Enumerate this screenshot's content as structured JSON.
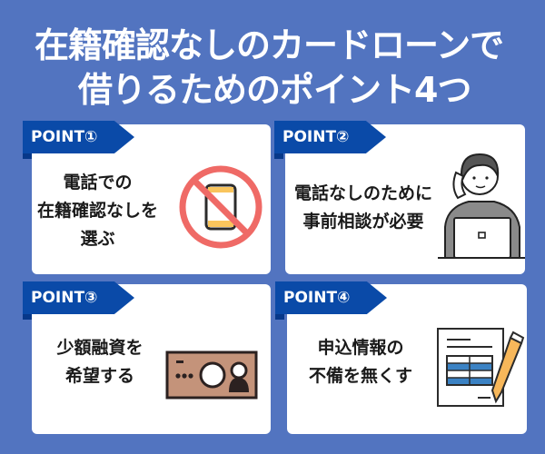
{
  "title": {
    "line1": "在籍確認なしのカードローンで",
    "line2": "借りるためのポイント4つ"
  },
  "colors": {
    "background": "#5274c0",
    "banner": "#0a4aa8",
    "card": "#ffffff",
    "no_sign": "#ef6a66",
    "phone_accent": "#f9c55d",
    "banknote": "#c4937a",
    "table_blue": "#3b82c4",
    "pen": "#f7b75a"
  },
  "points": [
    {
      "label": "POINT①",
      "lines": [
        "電話での",
        "在籍確認なしを",
        "選ぶ"
      ],
      "icon": "no-phone-icon"
    },
    {
      "label": "POINT②",
      "lines": [
        "電話なしのために",
        "事前相談が必要"
      ],
      "icon": "person-on-phone-icon"
    },
    {
      "label": "POINT③",
      "lines": [
        "少額融資を",
        "希望する"
      ],
      "icon": "banknote-icon"
    },
    {
      "label": "POINT④",
      "lines": [
        "申込情報の",
        "不備を無くす"
      ],
      "icon": "document-pen-icon"
    }
  ]
}
